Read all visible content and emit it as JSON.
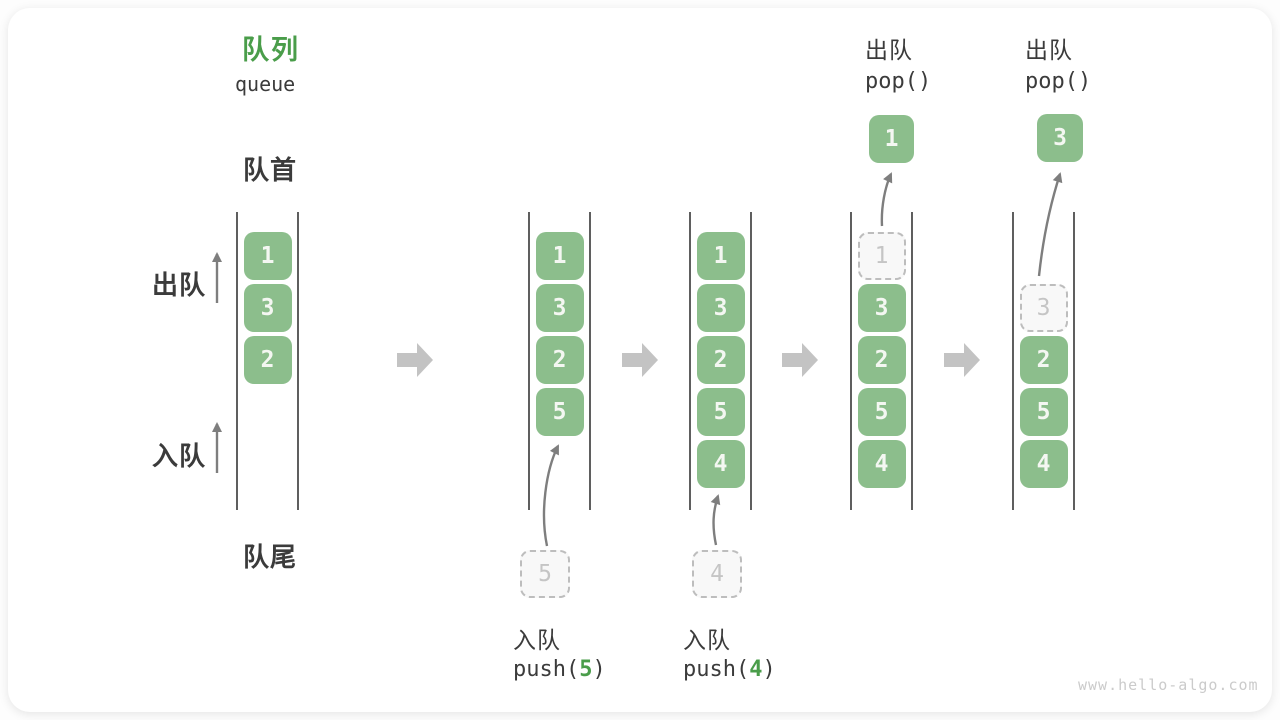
{
  "title": {
    "zh": "队列",
    "en": "queue"
  },
  "side_labels": {
    "front": "队首",
    "rear": "队尾",
    "dequeue": "出队",
    "enqueue": "入队"
  },
  "colors": {
    "title_green": "#4a9d4a",
    "box_green": "#8cbe8c",
    "box_text": "#f4f7f2",
    "dark_text": "#3b3b3b",
    "column_line": "#4d4d4d",
    "flow_arrow": "#7e7e7e",
    "block_arrow": "#c3c3c3",
    "dashed_border": "#bdbdbd",
    "dashed_fill": "#f8f8f8",
    "dashed_text": "#c5c5c5",
    "watermark": "#cbcbcb"
  },
  "states": [
    {
      "cells": [
        {
          "value": "1",
          "slot": 0,
          "kind": "solid"
        },
        {
          "value": "3",
          "slot": 1,
          "kind": "solid"
        },
        {
          "value": "2",
          "slot": 2,
          "kind": "solid"
        }
      ]
    },
    {
      "cells": [
        {
          "value": "1",
          "slot": 0,
          "kind": "solid"
        },
        {
          "value": "3",
          "slot": 1,
          "kind": "solid"
        },
        {
          "value": "2",
          "slot": 2,
          "kind": "solid"
        },
        {
          "value": "5",
          "slot": 3,
          "kind": "solid"
        }
      ]
    },
    {
      "cells": [
        {
          "value": "1",
          "slot": 0,
          "kind": "solid"
        },
        {
          "value": "3",
          "slot": 1,
          "kind": "solid"
        },
        {
          "value": "2",
          "slot": 2,
          "kind": "solid"
        },
        {
          "value": "5",
          "slot": 3,
          "kind": "solid"
        },
        {
          "value": "4",
          "slot": 4,
          "kind": "solid"
        }
      ]
    },
    {
      "cells": [
        {
          "value": "1",
          "slot": 0,
          "kind": "dashed"
        },
        {
          "value": "3",
          "slot": 1,
          "kind": "solid"
        },
        {
          "value": "2",
          "slot": 2,
          "kind": "solid"
        },
        {
          "value": "5",
          "slot": 3,
          "kind": "solid"
        },
        {
          "value": "4",
          "slot": 4,
          "kind": "solid"
        }
      ]
    },
    {
      "cells": [
        {
          "value": "3",
          "slot": 1,
          "kind": "dashed"
        },
        {
          "value": "2",
          "slot": 2,
          "kind": "solid"
        },
        {
          "value": "5",
          "slot": 3,
          "kind": "solid"
        },
        {
          "value": "4",
          "slot": 4,
          "kind": "solid"
        }
      ]
    }
  ],
  "enqueue_ops": [
    {
      "label": "入队",
      "code_pre": "push(",
      "code_arg": "5",
      "code_post": ")",
      "staged_value": "5"
    },
    {
      "label": "入队",
      "code_pre": "push(",
      "code_arg": "4",
      "code_post": ")",
      "staged_value": "4"
    }
  ],
  "dequeue_ops": [
    {
      "label": "出队",
      "code": "pop()",
      "popped_value": "1"
    },
    {
      "label": "出队",
      "code": "pop()",
      "popped_value": "3"
    }
  ],
  "watermark": "www.hello-algo.com"
}
